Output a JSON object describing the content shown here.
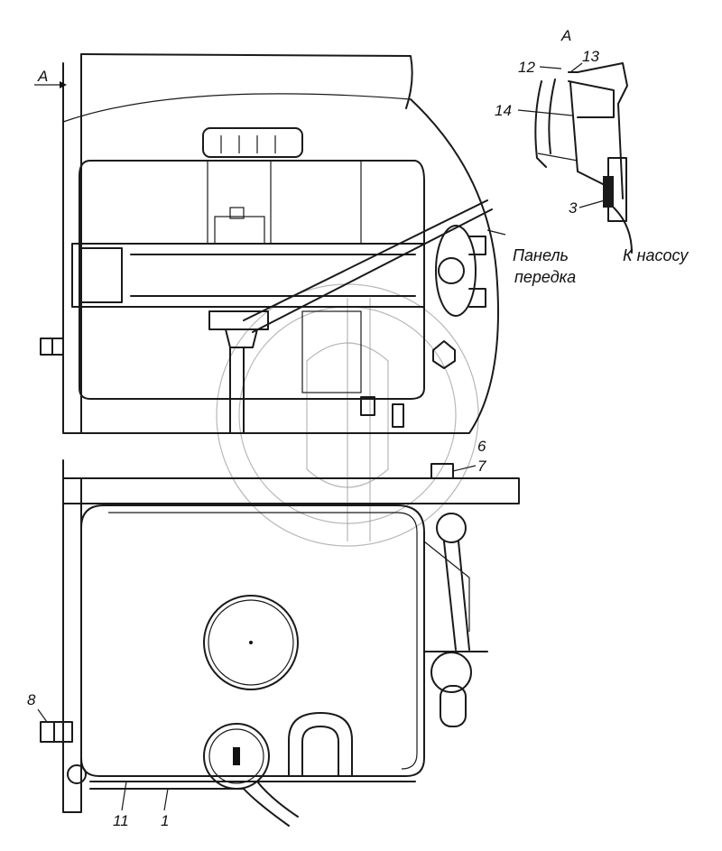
{
  "view_marker": "A",
  "detail_view_label": "A",
  "callouts": {
    "c1": "1",
    "c3": "3",
    "c6": "6",
    "c7": "7",
    "c8": "8",
    "c11": "11",
    "c12": "12",
    "c13": "13",
    "c14": "14"
  },
  "captions": {
    "panel_line1": "Панель",
    "panel_line2": "передка",
    "to_pump": "К насосу"
  }
}
